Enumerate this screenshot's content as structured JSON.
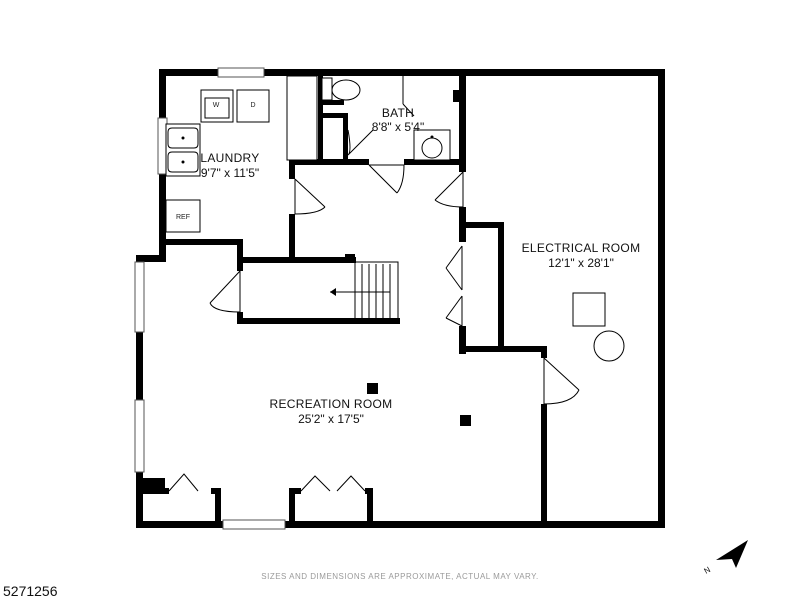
{
  "rooms": {
    "laundry": {
      "name": "LAUNDRY",
      "dimensions": "9'7\" x 11'5\""
    },
    "bath": {
      "name": "BATH",
      "dimensions": "8'8\" x 5'4\""
    },
    "electrical": {
      "name": "ELECTRICAL ROOM",
      "dimensions": "12'1\" x 28'1\""
    },
    "recreation": {
      "name": "RECREATION ROOM",
      "dimensions": "25'2\" x 17'5\""
    }
  },
  "appliances": {
    "washer": "W",
    "dryer": "D",
    "refrigerator": "REF"
  },
  "footer": {
    "disclaimer": "SIZES AND DIMENSIONS ARE APPROXIMATE, ACTUAL MAY VARY.",
    "listing_id": "5271256"
  },
  "compass": {
    "label": "N"
  }
}
